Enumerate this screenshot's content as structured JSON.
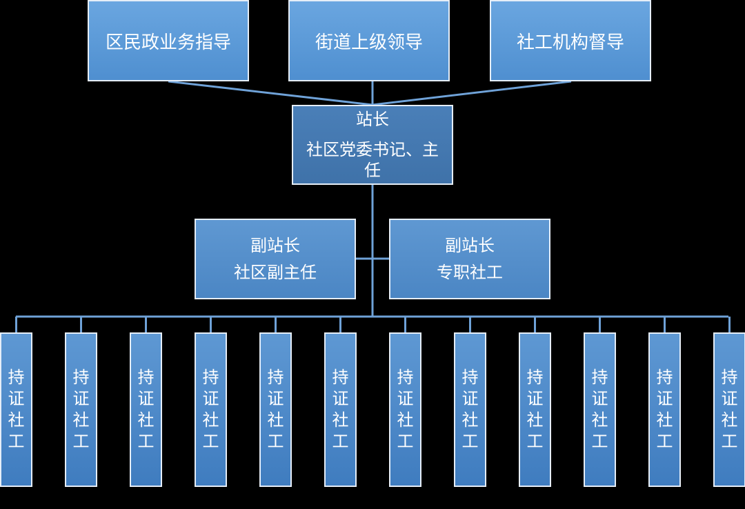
{
  "diagram": {
    "top_nodes": [
      {
        "label": "区民政业务指导"
      },
      {
        "label": "街道上级领导"
      },
      {
        "label": "社工机构督导"
      }
    ],
    "chief": {
      "title": "站长",
      "subtitle": "社区党委书记、主任"
    },
    "deputies": [
      {
        "title": "副站长",
        "subtitle": "社区副主任"
      },
      {
        "title": "副站长",
        "subtitle": "专职社工"
      }
    ],
    "workers": [
      {
        "label": "持证社工"
      },
      {
        "label": "持证社工"
      },
      {
        "label": "持证社工"
      },
      {
        "label": "持证社工"
      },
      {
        "label": "持证社工"
      },
      {
        "label": "持证社工"
      },
      {
        "label": "持证社工"
      },
      {
        "label": "持证社工"
      },
      {
        "label": "持证社工"
      },
      {
        "label": "持证社工"
      },
      {
        "label": "持证社工"
      },
      {
        "label": "持证社工"
      }
    ],
    "colors": {
      "background": "#000000",
      "box_fill": "#5b9bd5",
      "chief_fill": "#4677ad",
      "connector": "#6fa2d8",
      "border": "#e6eef8"
    }
  }
}
